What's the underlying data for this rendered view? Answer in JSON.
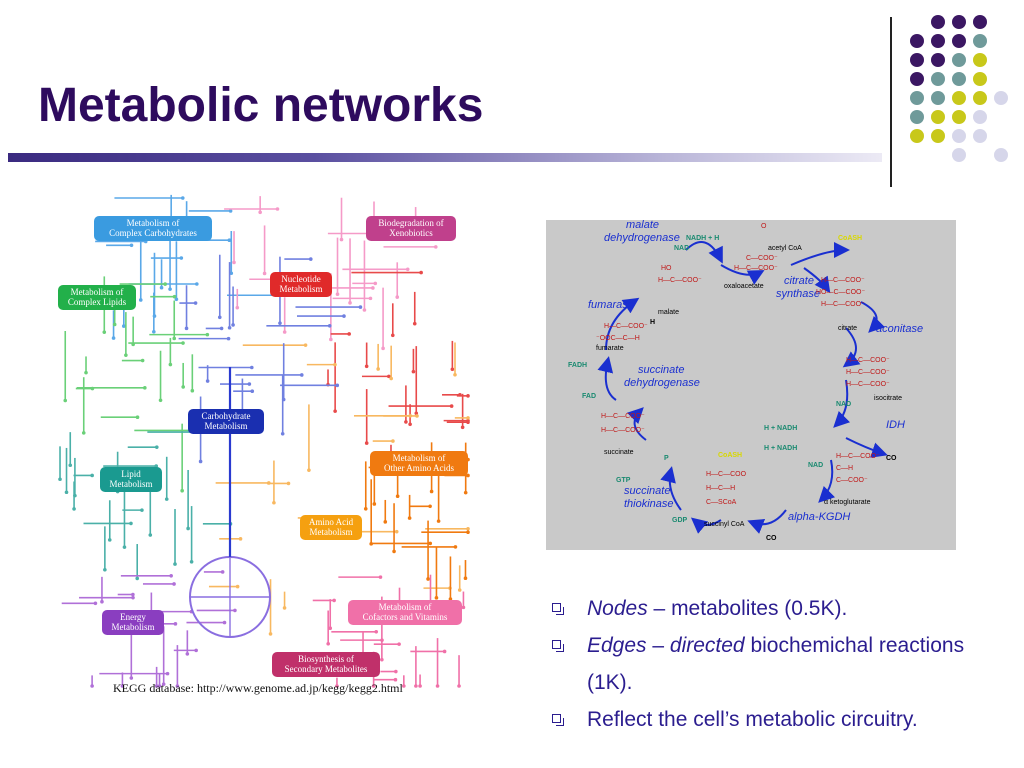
{
  "slide": {
    "title": "Metabolic networks",
    "caption": "KEGG database: http://www.genome.ad.jp/kegg/kegg2.html"
  },
  "kegg_map": {
    "labels": [
      {
        "l1": "Metabolism of",
        "l2": "Complex Carbohydrates",
        "color": "#3a9be0"
      },
      {
        "l1": "Biodegradation of",
        "l2": "Xenobiotics",
        "color": "#c0408c"
      },
      {
        "l1": "Nucleotide",
        "l2": "Metabolism",
        "color": "#e02a2a"
      },
      {
        "l1": "Metabolism of",
        "l2": "Complex Lipids",
        "color": "#22b04a"
      },
      {
        "l1": "Carbohydrate",
        "l2": "Metabolism",
        "color": "#1a2fb0"
      },
      {
        "l1": "Lipid",
        "l2": "Metabolism",
        "color": "#1a9a90"
      },
      {
        "l1": "Metabolism of",
        "l2": "Other Amino Acids",
        "color": "#f07a10"
      },
      {
        "l1": "Amino Acid",
        "l2": "Metabolism",
        "color": "#f5a010"
      },
      {
        "l1": "Energy",
        "l2": "Metabolism",
        "color": "#8a3ec0"
      },
      {
        "l1": "Metabolism of",
        "l2": "Cofactors and Vitamins",
        "color": "#f070a8"
      },
      {
        "l1": "Biosynthesis of",
        "l2": "Secondary Metabolites",
        "color": "#c0306a"
      }
    ]
  },
  "tca_cycle": {
    "enzymes": {
      "malate_dh_1": "malate",
      "malate_dh_2": "dehydrogenase",
      "citrate_synthase_1": "citrate",
      "citrate_synthase_2": "synthase",
      "aconitase": "aconitase",
      "idh": "IDH",
      "akgdh": "alpha-KGDH",
      "succ_thio_1": "succinate",
      "succ_thio_2": "thiokinase",
      "succ_dh_1": "succinate",
      "succ_dh_2": "dehydrogenase",
      "fumarase": "fumarase"
    },
    "cofactors": {
      "nadh_h_top": "NADH + H",
      "nad_top": "NAD",
      "coash_top": "CoASH",
      "nad_right": "NAD",
      "h_nadh_1": "H + NADH",
      "co2_1": "CO",
      "h_nadh_2": "H + NADH",
      "nad_bottom": "NAD",
      "co2_2": "CO",
      "coash_bottom": "CoASH",
      "pi": "P",
      "gtp": "GTP",
      "gdp": "GDP",
      "fadh2": "FADH",
      "fad": "FAD",
      "h2o": "H"
    },
    "metabolites": {
      "oxaloacetate": "oxaloacetate",
      "acetyl_coa": "acetyl CoA",
      "citrate": "citrate",
      "isocitrate": "isocitrate",
      "akg": "α ketoglutarate",
      "succinyl_coa": "succinyl CoA",
      "succinate": "succinate",
      "fumarate": "fumarate",
      "malate": "malate"
    }
  },
  "bullets": [
    {
      "lead": "Nodes",
      "sep": " – ",
      "rest": "metabolites (0.5K)."
    },
    {
      "lead": "Edges",
      "sep": " – ",
      "lead2": "directed",
      "rest": " biochemichal reactions (1K)."
    },
    {
      "rest": "Reflect the cell’s metabolic circuitry."
    }
  ],
  "colors": {
    "title": "#2e0b5e",
    "bullet_text": "#2b1d8f",
    "dot_purple": "#3b1763",
    "dot_teal": "#6f9a9a",
    "dot_yellow": "#c8c81a",
    "dot_lavender": "#d6d6ea"
  }
}
